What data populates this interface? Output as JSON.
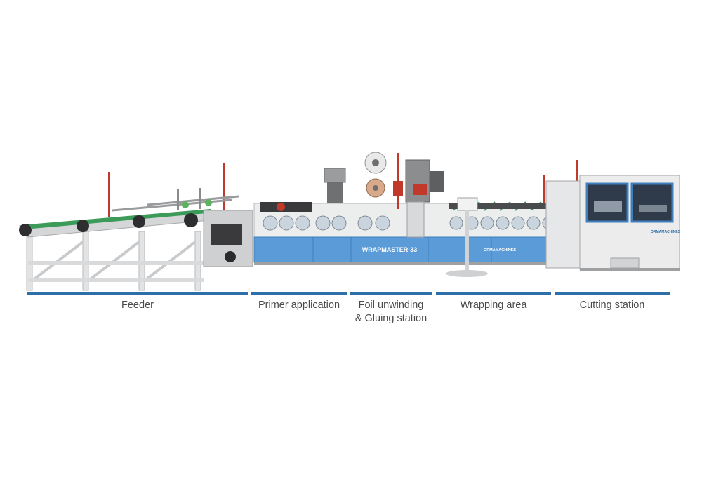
{
  "machine": {
    "model_plate": "WRAPMASTER-33",
    "brand_plate": "ORMAMACHINES",
    "colors": {
      "body_blue": "#5b9bd8",
      "frame_grey": "#e6e7e8",
      "bar_blue": "#2f6fa8"
    }
  },
  "sections": [
    {
      "label": "Feeder"
    },
    {
      "label": "Primer application"
    },
    {
      "label": "Foil unwinding\n& Gluing station"
    },
    {
      "label": "Wrapping area"
    },
    {
      "label": "Cutting station"
    }
  ]
}
